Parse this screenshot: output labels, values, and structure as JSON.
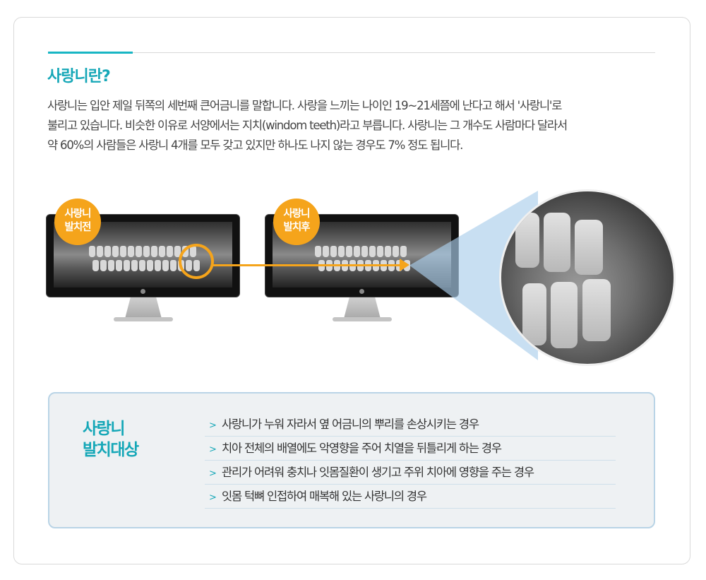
{
  "section": {
    "title": "사랑니란?",
    "description_lines": [
      "사랑니는 입안 제일 뒤쪽의 세번째 큰어금니를 말합니다. 사랑을 느끼는 나이인 19~21세쯤에 난다고 해서 '사랑니'로",
      "불리고 있습니다. 비슷한 이유로 서양에서는 지치(windom teeth)라고 부릅니다. 사랑니는 그 개수도 사람마다 달라서",
      "약 60%의 사람들은 사랑니 4개를 모두 갖고 있지만  하나도 나지 않는 경우도 7% 정도 됩니다."
    ]
  },
  "illustration": {
    "before_label_line1": "사랑니",
    "before_label_line2": "발치전",
    "after_label_line1": "사랑니",
    "after_label_line2": "발치후"
  },
  "extraction_targets": {
    "title_line1": "사랑니",
    "title_line2": "발치대상",
    "items": [
      "사랑니가 누워 자라서 옆 어금니의 뿌리를 손상시키는 경우",
      "치아 전체의 배열에도 악영향을 주어 치열을 뒤틀리게 하는 경우",
      "관리가 어려워 충치나 잇몸질환이 생기고 주위 치아에 영향을 주는 경우",
      "잇몸 턱뼈 인접하여 매복해 있는 사랑니의 경우"
    ]
  },
  "colors": {
    "accent_teal": "#15a7b7",
    "accent_orange": "#f5a41b",
    "info_bg": "#eef1f3",
    "info_border": "#b9d4e6"
  }
}
